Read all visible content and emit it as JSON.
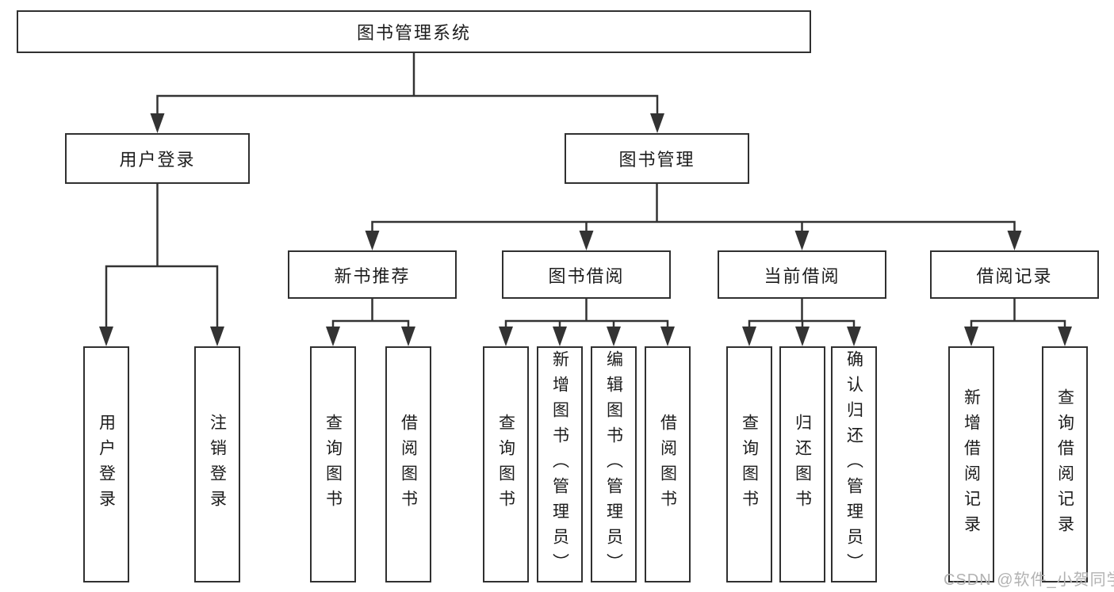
{
  "colors": {
    "line": "#333333",
    "box_border": "#303030",
    "box_fill": "#ffffff",
    "text": "#1c1c1c",
    "watermark": "#b2b2b2"
  },
  "watermark": "CSDN @软件_小贺同学",
  "tree": {
    "root": "图书管理系统",
    "branches": {
      "user_login": "用户登录",
      "book_management": "图书管理"
    },
    "modules": {
      "new_book_recommend": "新书推荐",
      "book_borrowing": "图书借阅",
      "current_borrowing": "当前借阅",
      "borrowing_records": "借阅记录"
    },
    "leaves": {
      "user_login": "用户登录",
      "logout": "注销登录",
      "recommend_query_books": "查询图书",
      "recommend_borrow_books": "借阅图书",
      "borrowing_query_books": "查询图书",
      "borrowing_add_books_admin": "新增图书（管理员）",
      "borrowing_edit_books_admin": "编辑图书（管理员）",
      "borrowing_borrow_books": "借阅图书",
      "current_query_books": "查询图书",
      "current_return_books": "归还图书",
      "current_confirm_return_admin": "确认归还（管理员）",
      "records_add_record": "新增借阅记录",
      "records_query_record": "查询借阅记录"
    }
  }
}
